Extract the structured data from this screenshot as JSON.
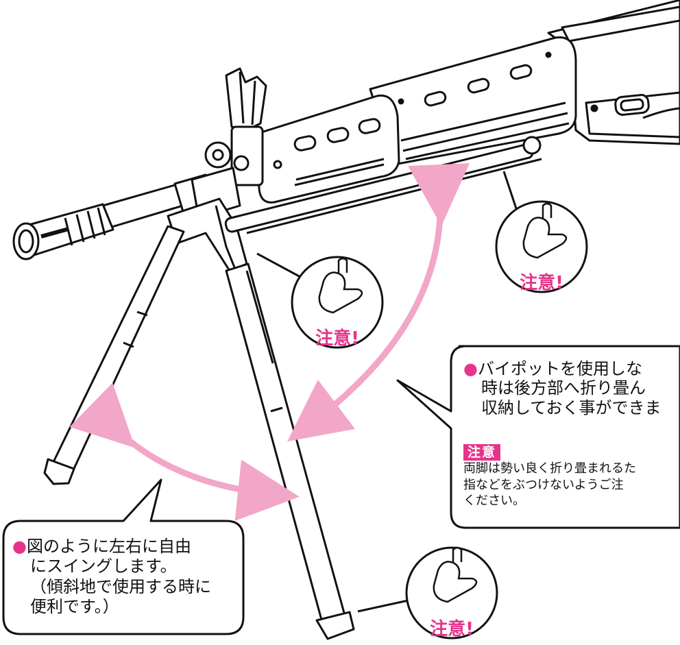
{
  "caution_badges": [
    {
      "label": "注意!"
    },
    {
      "label": "注意!"
    },
    {
      "label": "注意!"
    }
  ],
  "callout_right": {
    "bullet": "●",
    "lines": [
      "バイポットを使用しな",
      "時は後方部へ折り畳ん",
      "収納しておく事ができま"
    ],
    "warning_tag": "注意",
    "warning_lines": [
      "両脚は勢い良く折り畳まれるた",
      "指などをぶつけないようご注",
      "ください。"
    ]
  },
  "callout_left": {
    "bullet": "●",
    "lines": [
      "図のように左右に自由",
      "にスイングします。",
      "（傾斜地で使用する時に",
      "便利です。）"
    ]
  },
  "colors": {
    "accent_pink": "#e8338a",
    "arrow_pink": "#f2a6c8",
    "line": "#111111"
  }
}
